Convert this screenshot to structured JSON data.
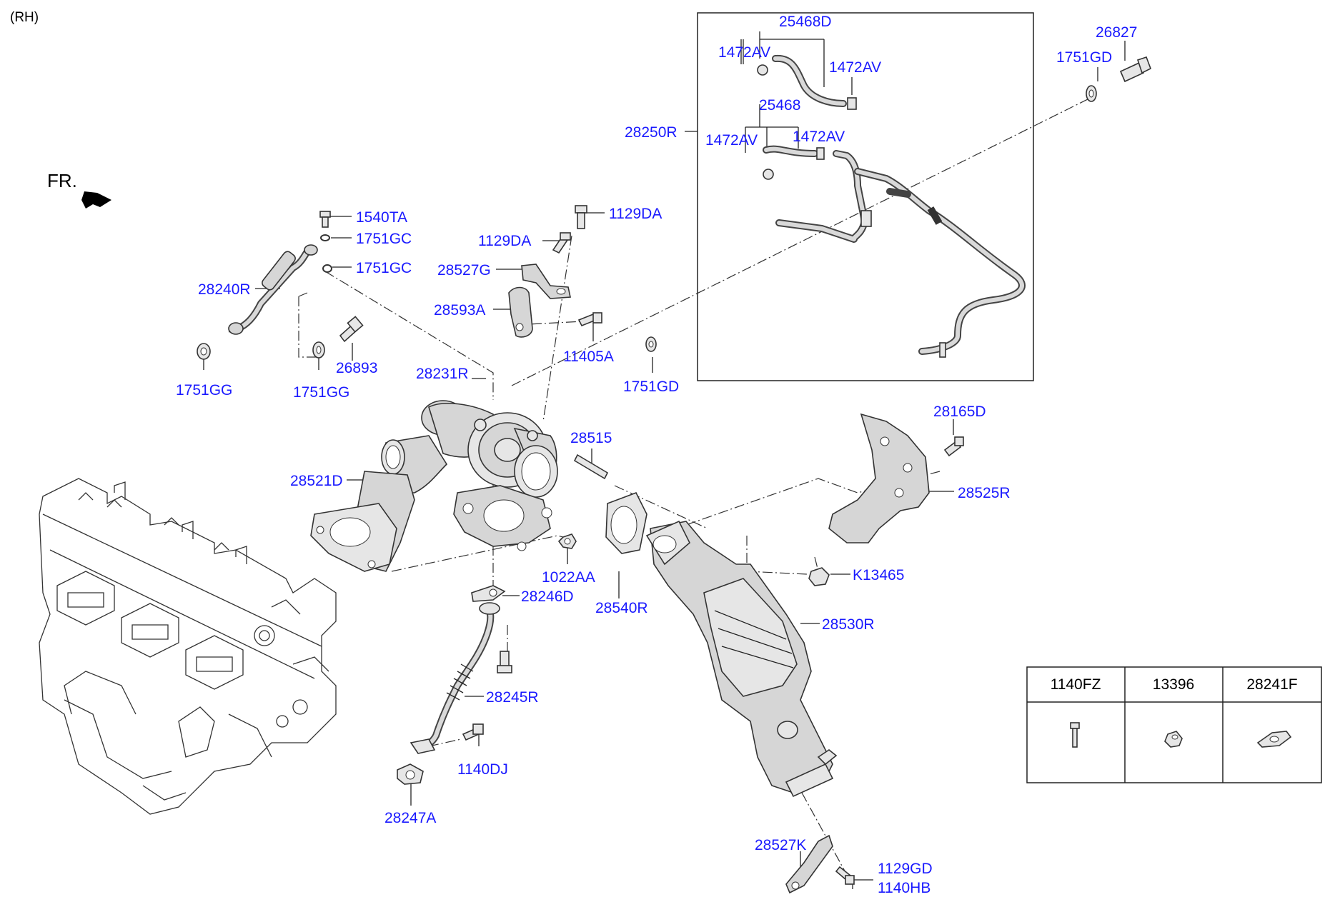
{
  "header": {
    "side_tag": "(RH)",
    "front_marker": "FR."
  },
  "labels": {
    "p25468D": "25468D",
    "p1472AV_a": "1472AV",
    "p1472AV_b": "1472AV",
    "p25468": "25468",
    "p1472AV_c": "1472AV",
    "p1472AV_d": "1472AV",
    "p28250R": "28250R",
    "p26827": "26827",
    "p1751GD_a": "1751GD",
    "p1540TA": "1540TA",
    "p1751GC_a": "1751GC",
    "p1751GC_b": "1751GC",
    "p28240R": "28240R",
    "p1751GG_a": "1751GG",
    "p1751GG_b": "1751GG",
    "p26893": "26893",
    "p1129DA_a": "1129DA",
    "p1129DA_b": "1129DA",
    "p28527G": "28527G",
    "p28593A": "28593A",
    "p11405A": "11405A",
    "p1751GD_b": "1751GD",
    "p28231R": "28231R",
    "p28515": "28515",
    "p28165D": "28165D",
    "p28525R": "28525R",
    "p28521D": "28521D",
    "p1022AA": "1022AA",
    "pK13465": "K13465",
    "p28246D": "28246D",
    "p28540R": "28540R",
    "p28530R": "28530R",
    "p28245R": "28245R",
    "p1140DJ": "1140DJ",
    "p28247A": "28247A",
    "p28527K": "28527K",
    "p1129GD": "1129GD",
    "p1140HB": "1140HB"
  },
  "legend_table": {
    "headers": [
      "1140FZ",
      "13396",
      "28241F"
    ],
    "icons": [
      "bolt-icon",
      "nut-icon",
      "gasket-icon"
    ]
  },
  "colors": {
    "label": "#1a1aff",
    "line": "#222222",
    "part_fill": "#d6d6d6"
  }
}
